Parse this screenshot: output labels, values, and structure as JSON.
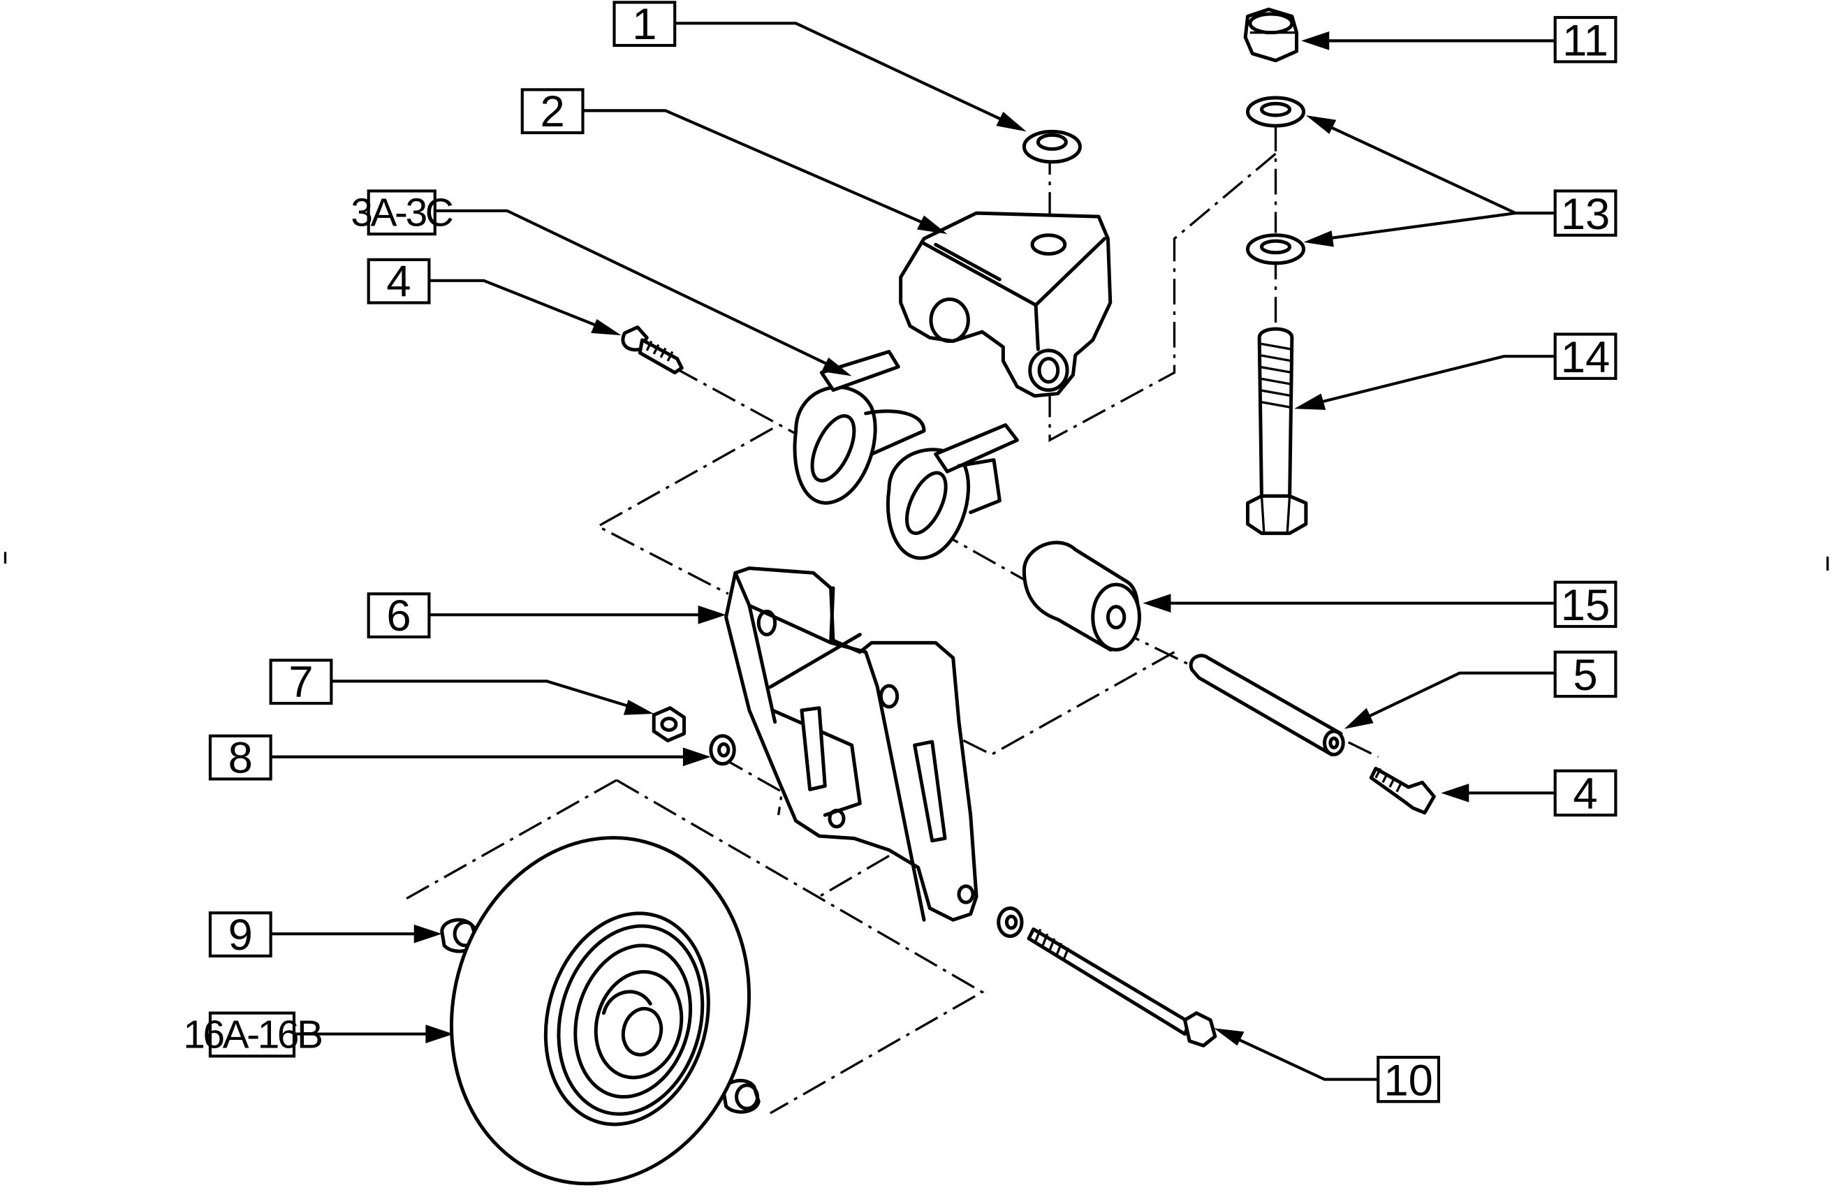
{
  "callouts": [
    {
      "id": "c1",
      "text": "1"
    },
    {
      "id": "c2",
      "text": "2"
    },
    {
      "id": "c3",
      "text": "3A-3C"
    },
    {
      "id": "c4a",
      "text": "4"
    },
    {
      "id": "c6",
      "text": "6"
    },
    {
      "id": "c7",
      "text": "7"
    },
    {
      "id": "c8",
      "text": "8"
    },
    {
      "id": "c9",
      "text": "9"
    },
    {
      "id": "c16",
      "text": "16A-16B"
    },
    {
      "id": "c11",
      "text": "11"
    },
    {
      "id": "c13",
      "text": "13"
    },
    {
      "id": "c14",
      "text": "14"
    },
    {
      "id": "c15",
      "text": "15"
    },
    {
      "id": "c5",
      "text": "5"
    },
    {
      "id": "c4b",
      "text": "4"
    },
    {
      "id": "c10",
      "text": "10"
    }
  ]
}
